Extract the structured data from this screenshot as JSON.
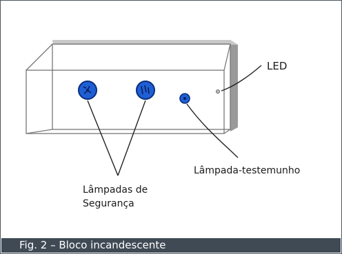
{
  "labels": {
    "led": "LED",
    "test_lamp": "Lâmpada-testemunho",
    "safety_lamps_line1": "Lâmpadas de",
    "safety_lamps_line2": "Segurança"
  },
  "caption": "Fig. 2 – Bloco incandescente",
  "colors": {
    "lamp_fill": "#1f5fd6",
    "lamp_outline": "#0a2e7a",
    "caption_bar": "#3f4a55",
    "box_shade": "#9a9a9a"
  }
}
